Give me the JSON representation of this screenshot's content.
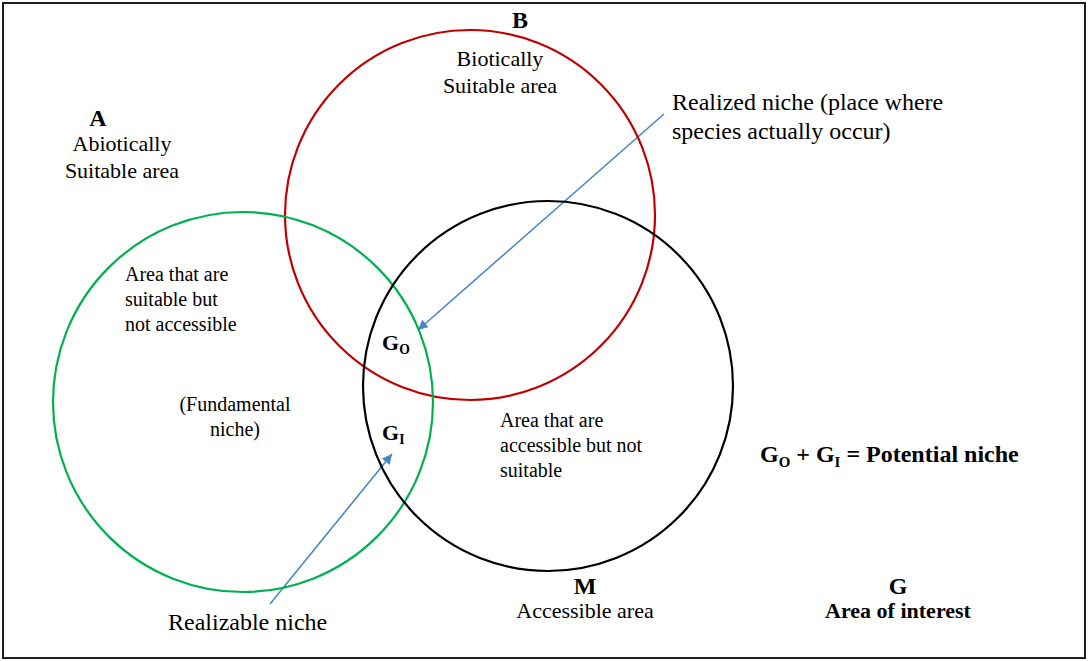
{
  "diagram": {
    "nodes": [
      {
        "text": [
          "G",
          "Area of interest"
        ]
      },
      {
        "text": [
          "B",
          "Biotically Suitable area"
        ],
        "in": 0
      },
      {
        "text": [
          "A",
          "Abiotically Suitable area",
          "Area that are suitable but not accessible",
          "(Fundamental niche)"
        ],
        "in": 0
      },
      {
        "text": [
          "M",
          "Accessible area",
          "Area that are accessible but not suitable"
        ],
        "in": 0
      }
    ],
    "labels": [
      "Realized niche (place where species actually occur)",
      "GO",
      "GI",
      "GO + GI = Potential niche",
      "Realizable niche"
    ]
  }
}
